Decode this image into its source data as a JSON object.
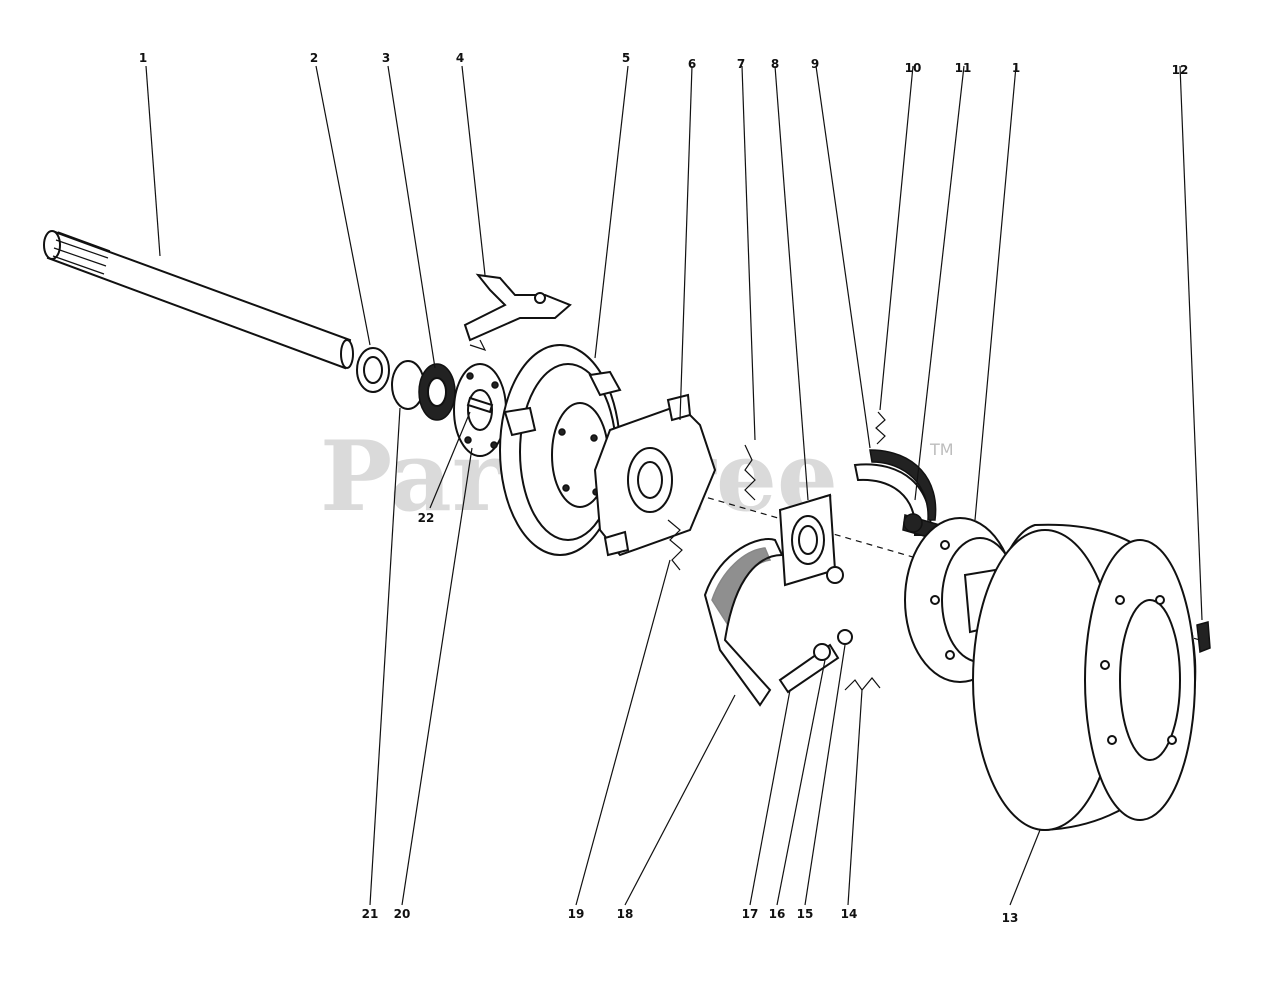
{
  "watermark": {
    "text": "PartsTree",
    "tm": "TM"
  },
  "callouts_top": [
    "1",
    "2",
    "3",
    "4",
    "5",
    "6",
    "7",
    "8",
    "9",
    "10",
    "11",
    "1",
    "12"
  ],
  "callouts_bottom": [
    "21",
    "20",
    "19",
    "18",
    "17",
    "16",
    "15",
    "14",
    "13"
  ],
  "callout_side": "22",
  "parts": [
    "axle-shaft",
    "seal",
    "bearing",
    "brake-lever",
    "backing-plate",
    "shoe-bracket",
    "spring",
    "gasket-plate",
    "brake-shoe-upper",
    "spring-small",
    "adjuster-stud",
    "hub",
    "nut",
    "brake-drum",
    "return-spring",
    "adjuster-nut",
    "adjuster-screw",
    "brake-shoe-lower",
    "spring-lower",
    "retainer-plate",
    "spacer",
    "pin"
  ]
}
